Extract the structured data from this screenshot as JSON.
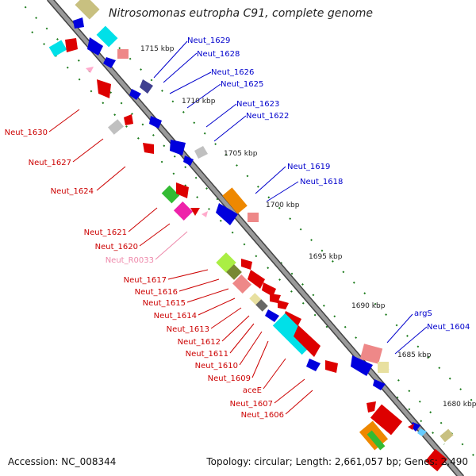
{
  "title": "Nitrosomonas eutropha C91, complete genome",
  "footer": {
    "accession": "Accession: NC_008344",
    "summary": "Topology: circular; Length: 2,661,057 bp; Genes: 2,490"
  },
  "scale_labels": [
    "1715 kbp",
    "1710 kbp",
    "1705 kbp",
    "1700 kbp",
    "1695 kbp",
    "1690 kbp",
    "1685 kbp",
    "1680 kbp"
  ],
  "labels_right": [
    "Neut_1629",
    "Neut_1628",
    "Neut_1626",
    "Neut_1625",
    "Neut_1623",
    "Neut_1622",
    "Neut_1619",
    "Neut_1618",
    "argS",
    "Neut_1604"
  ],
  "labels_left": [
    "Neut_1630",
    "Neut_1627",
    "Neut_1624",
    "Neut_1621",
    "Neut_1620",
    "Neut_R0033",
    "Neut_1617",
    "Neut_1616",
    "Neut_1615",
    "Neut_1614",
    "Neut_1613",
    "Neut_1612",
    "Neut_1611",
    "Neut_1610",
    "Neut_1609",
    "aceE",
    "Neut_1607",
    "Neut_1606"
  ],
  "colors": {
    "backbone": "#8a8a8a",
    "forward_label": "#0000cc",
    "reverse_label": "#cc0000",
    "rna_label": "#ee88aa",
    "tick": "#1a7a1a"
  }
}
